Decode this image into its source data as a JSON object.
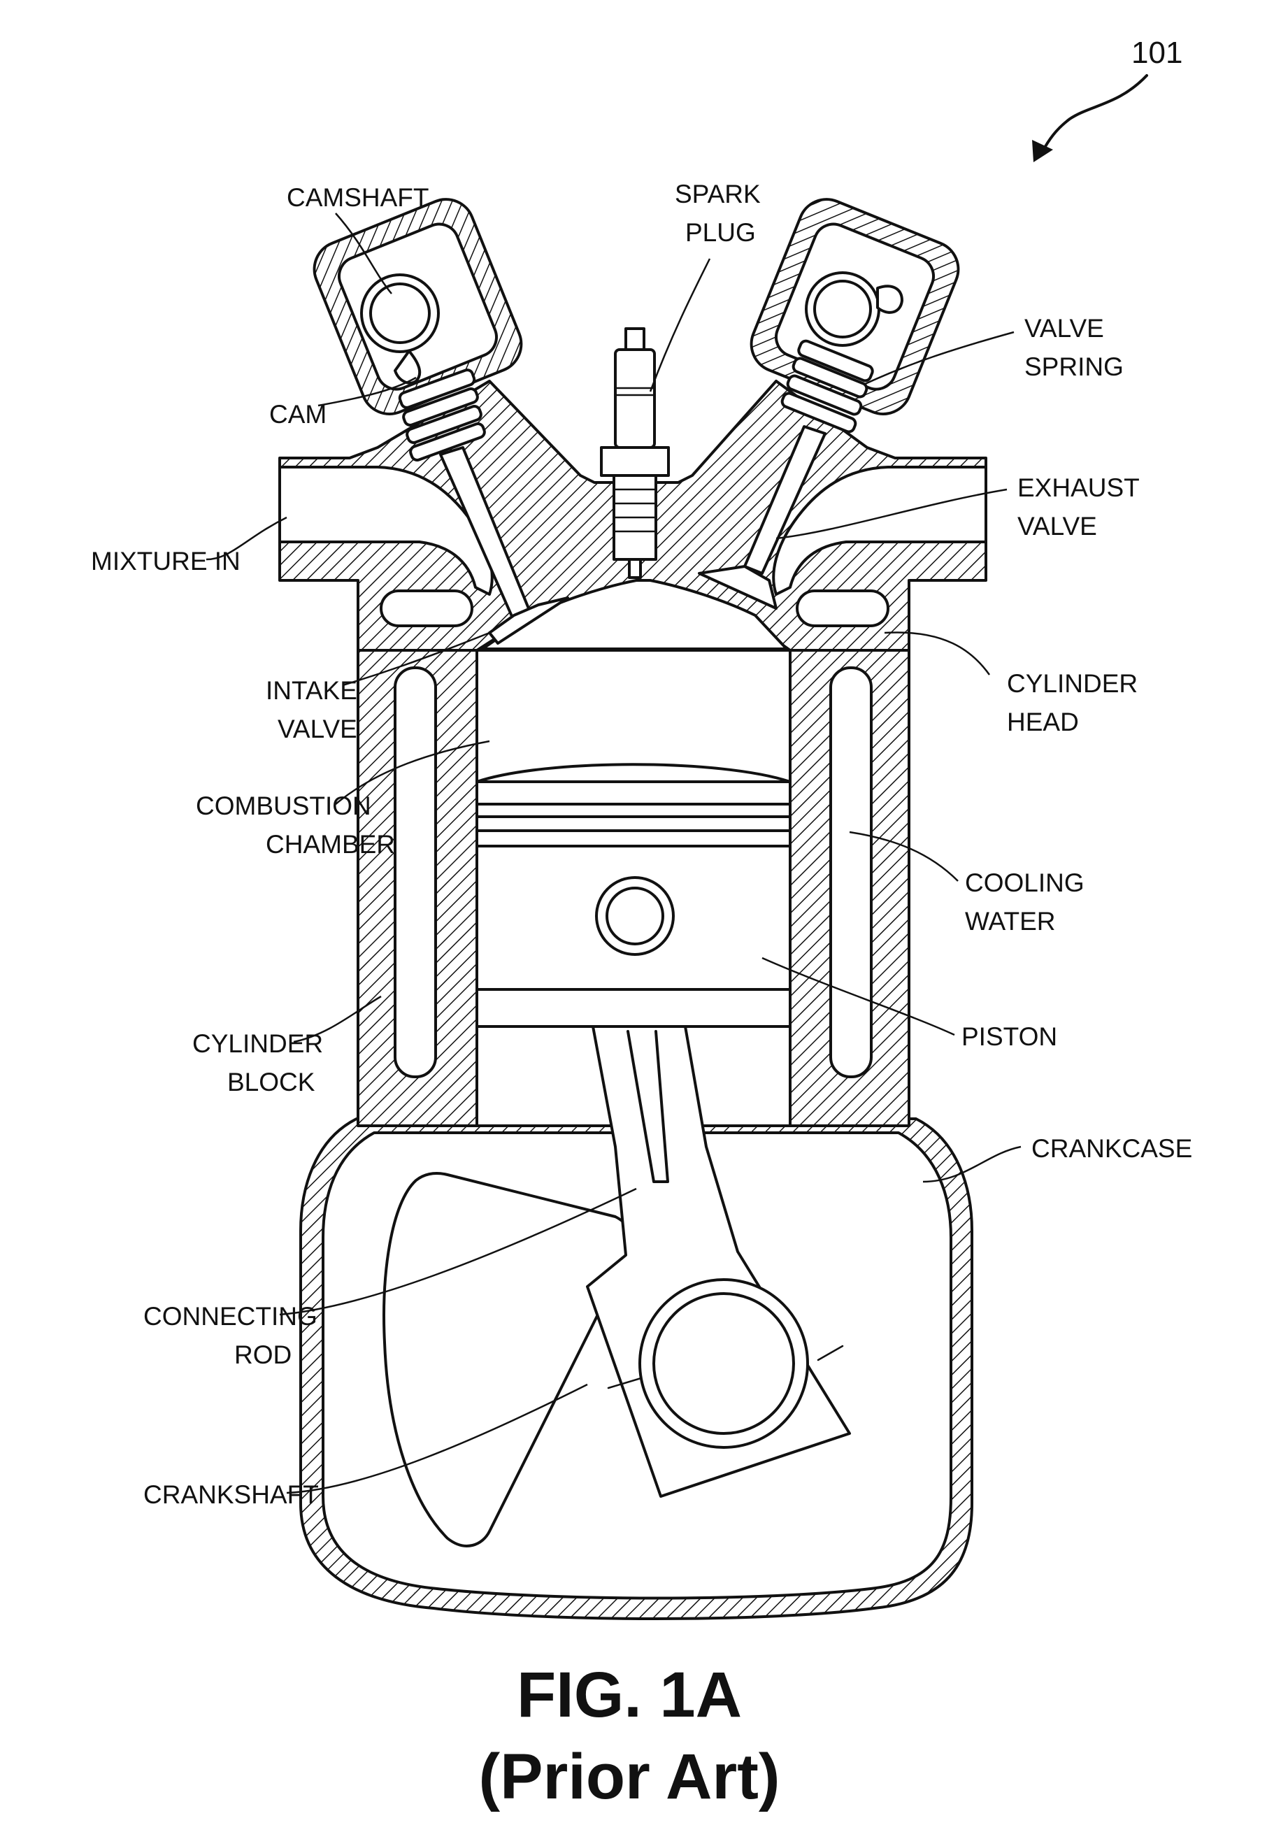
{
  "reference_numeral": "101",
  "labels": {
    "camshaft": "CAMSHAFT",
    "spark_plug_1": "SPARK",
    "spark_plug_2": "PLUG",
    "valve_spring_1": "VALVE",
    "valve_spring_2": "SPRING",
    "cam": "CAM",
    "exhaust_valve_1": "EXHAUST",
    "exhaust_valve_2": "VALVE",
    "mixture_in": "MIXTURE IN",
    "intake_valve_1": "INTAKE",
    "intake_valve_2": "VALVE",
    "cylinder_head_1": "CYLINDER",
    "cylinder_head_2": "HEAD",
    "combustion_chamber_1": "COMBUSTION",
    "combustion_chamber_2": "CHAMBER",
    "cooling_water_1": "COOLING",
    "cooling_water_2": "WATER",
    "cylinder_block_1": "CYLINDER",
    "cylinder_block_2": "BLOCK",
    "piston": "PISTON",
    "crankcase": "CRANKCASE",
    "connecting_rod_1": "CONNECTING",
    "connecting_rod_2": "ROD",
    "crankshaft": "CRANKSHAFT"
  },
  "caption": {
    "figure": "FIG. 1A",
    "note": "(Prior Art)"
  }
}
